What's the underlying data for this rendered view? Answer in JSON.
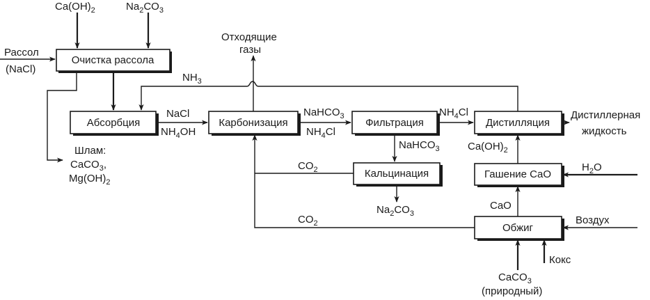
{
  "boxes": {
    "purification": "Очистка рассола",
    "absorption": "Абсорбция",
    "carbonization": "Карбонизация",
    "filtration": "Фильтрация",
    "distillation": "Дистилляция",
    "calcination": "Кальцинация",
    "slaking": "Гашение CaO",
    "firing": "Обжиг"
  },
  "labels": {
    "caoh2_top": {
      "a": "Ca(OH)",
      "b": "2"
    },
    "na2co3_top": {
      "a": "Na",
      "b": "2",
      "c": "CO",
      "d": "3"
    },
    "brine_1": "Рассол",
    "brine_2": "(NaCl)",
    "offgas_1": "Отходящие",
    "offgas_2": "газы",
    "nh3": {
      "a": "NH",
      "b": "3"
    },
    "nacl": "NaCl",
    "nh4oh": {
      "a": "NH",
      "b": "4",
      "c": "OH"
    },
    "nahco3_top": {
      "a": "NaHCO",
      "b": "3"
    },
    "nh4cl_lower": {
      "a": "NH",
      "b": "4",
      "c": "Cl"
    },
    "nh4cl_upper": {
      "a": "NH",
      "b": "4",
      "c": "Cl"
    },
    "distiller_1": "Дистиллерная",
    "distiller_2": "жидкость",
    "sludge_1": "Шлам:",
    "sludge_2": {
      "a": "CaCO",
      "b": "3",
      "c": ","
    },
    "sludge_3": {
      "a": "Mg(OH)",
      "b": "2"
    },
    "nahco3_down": {
      "a": "NaHCO",
      "b": "3"
    },
    "caoh2_mid": {
      "a": "Ca(OH)",
      "b": "2"
    },
    "co2_upper": {
      "a": "CO",
      "b": "2"
    },
    "h2o": {
      "a": "H",
      "b": "2",
      "c": "O"
    },
    "na2co3_bottom": {
      "a": "Na",
      "b": "2",
      "c": "CO",
      "d": "3"
    },
    "cao": "CaO",
    "co2_lower": {
      "a": "CO",
      "b": "2"
    },
    "air": "Воздух",
    "coke": "Кокс",
    "caco3_bottom": {
      "a": "CaCO",
      "b": "3"
    },
    "natural": "(природный)"
  }
}
